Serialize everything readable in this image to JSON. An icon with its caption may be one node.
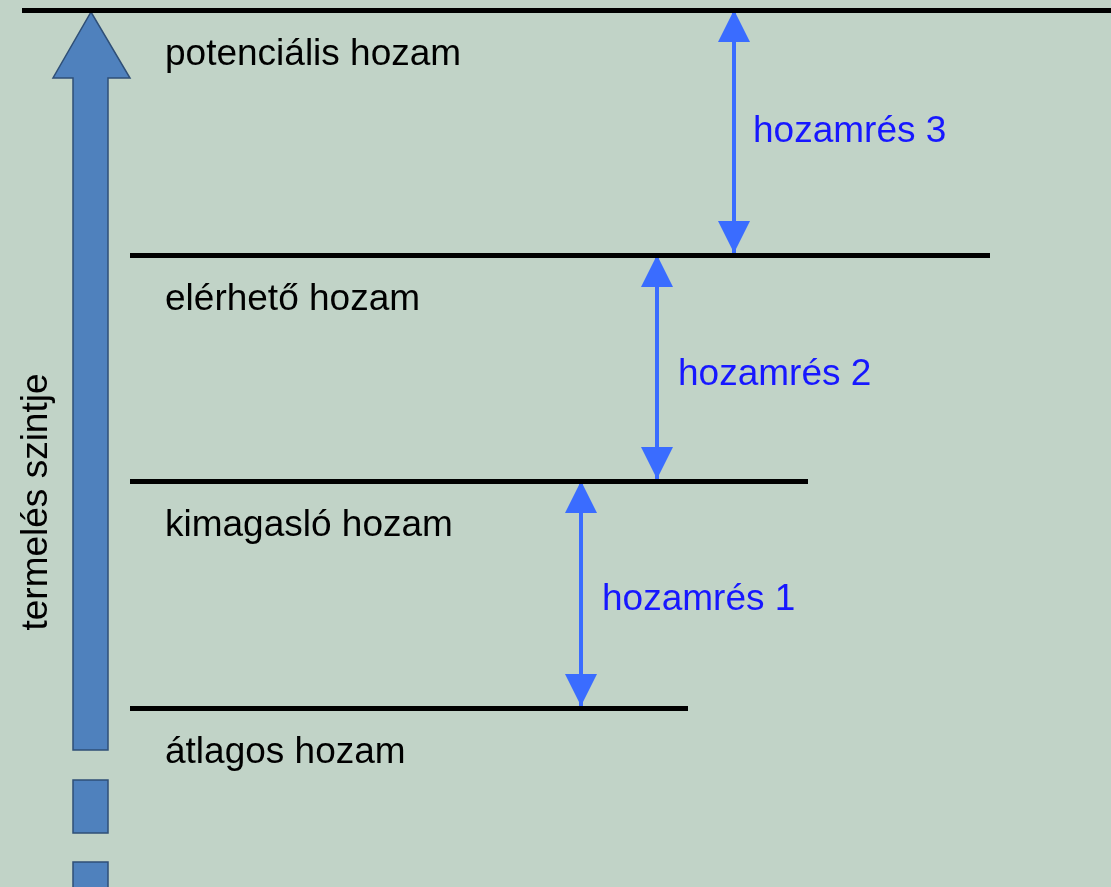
{
  "diagram": {
    "nodes": [
      {
        "text": [
          "potenciális hozam"
        ]
      },
      {
        "text": [
          "elérhető hozam"
        ]
      },
      {
        "text": [
          "kimagasló hozam"
        ]
      },
      {
        "text": [
          "átlagos hozam"
        ]
      }
    ],
    "edges": [
      {
        "from": 0,
        "to": 1,
        "arrow": "both",
        "label": "hozamrés 3"
      },
      {
        "from": 1,
        "to": 2,
        "arrow": "both",
        "label": "hozamrés 2"
      },
      {
        "from": 2,
        "to": 3,
        "arrow": "both",
        "label": "hozamrés 1"
      }
    ],
    "labels": [
      "termelés szintje"
    ]
  }
}
